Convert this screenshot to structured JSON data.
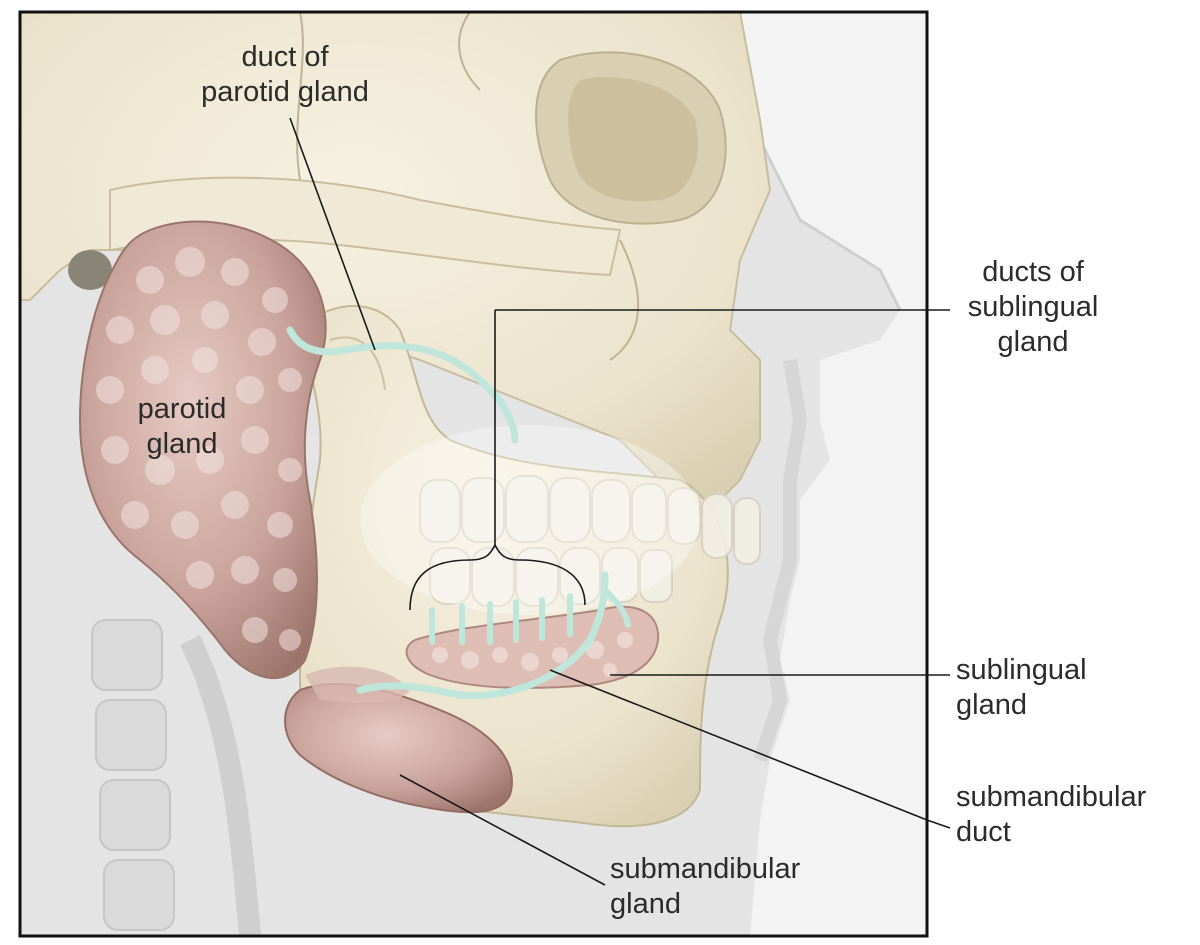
{
  "labels": {
    "duct_of_parotid_gland": "duct of\nparotid gland",
    "parotid_gland": "parotid\ngland",
    "ducts_of_sublingual_gland": "ducts of\nsublingual\ngland",
    "sublingual_gland": "sublingual\ngland",
    "submandibular_duct": "submandibular\nduct",
    "submandibular_gland": "submandibular\ngland"
  },
  "colors": {
    "bone": "#ece5cf",
    "bone_shadow": "#d8cfb3",
    "gland": "#c9a39b",
    "gland_dark": "#a67d76",
    "duct": "#bfe6da",
    "background_tissue": "#e3e3e3",
    "frame": "#111111",
    "leader_line": "#1a1a1a"
  }
}
